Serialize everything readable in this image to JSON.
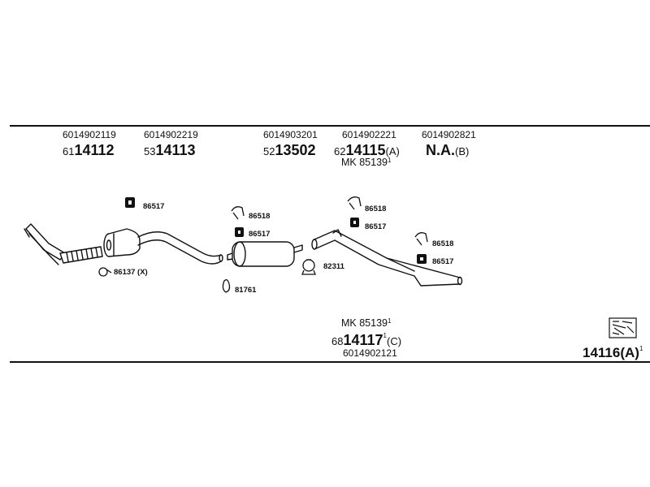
{
  "header_parts": [
    {
      "code": "6014902119",
      "prefix": "61",
      "number": "14112",
      "suffix": ""
    },
    {
      "code": "6014902219",
      "prefix": "53",
      "number": "14113",
      "suffix": ""
    },
    {
      "code": "6014903201",
      "prefix": "52",
      "number": "13502",
      "suffix": ""
    },
    {
      "code": "6014902221",
      "prefix": "62",
      "number": "14115",
      "suffix": "(A)"
    },
    {
      "code": "6014902821",
      "prefix": "",
      "number": "N.A.",
      "suffix": "(B)"
    }
  ],
  "mk_top": {
    "text": "MK 85139",
    "sup": "1"
  },
  "part_labels": {
    "hanger_1": "86517",
    "clamp_x": "86137 (X)",
    "hanger_2a": "86518",
    "hanger_2b": "86517",
    "clip_1": "81761",
    "hanger_3a": "86518",
    "hanger_3b": "86517",
    "clamp_2": "82311",
    "hanger_4a": "86518",
    "hanger_4b": "86517"
  },
  "bottom_center": {
    "mk_text": "MK 85139",
    "mk_sup": "1",
    "prefix": "68",
    "number": "14117",
    "sup": "1",
    "suffix": "(C)",
    "code": "6014902121"
  },
  "bottom_right": {
    "number": "14116(A)",
    "sup": "1"
  },
  "icons": [
    "exhaust-pipe-drawing",
    "rubber-hanger-icon",
    "hook-hanger-icon",
    "clamp-ring-icon",
    "clip-icon",
    "kit-box-icon"
  ]
}
